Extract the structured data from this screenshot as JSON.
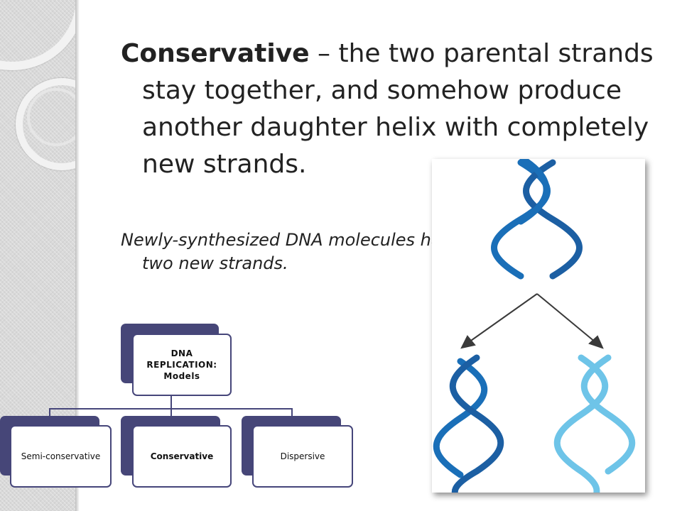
{
  "slide": {
    "heading_bold": "Conservative",
    "heading_rest": " – the two parental strands stay together, and somehow produce another daughter helix with completely new strands.",
    "subtext": "Newly-synthesized DNA molecules has two new strands."
  },
  "hierarchy": {
    "root_line1": "DNA",
    "root_line2": "REPLICATION:",
    "root_line3": "Models",
    "children": [
      "Semi-conservative",
      "Conservative",
      "Dispersive"
    ]
  },
  "colors": {
    "box_border": "#46467a",
    "helix_parent": "#1a6fb8",
    "helix_new": "#6ec4e8",
    "arrow": "#3a3a3a"
  },
  "icons": [
    "dna-helix-icon",
    "arrow-icon"
  ]
}
